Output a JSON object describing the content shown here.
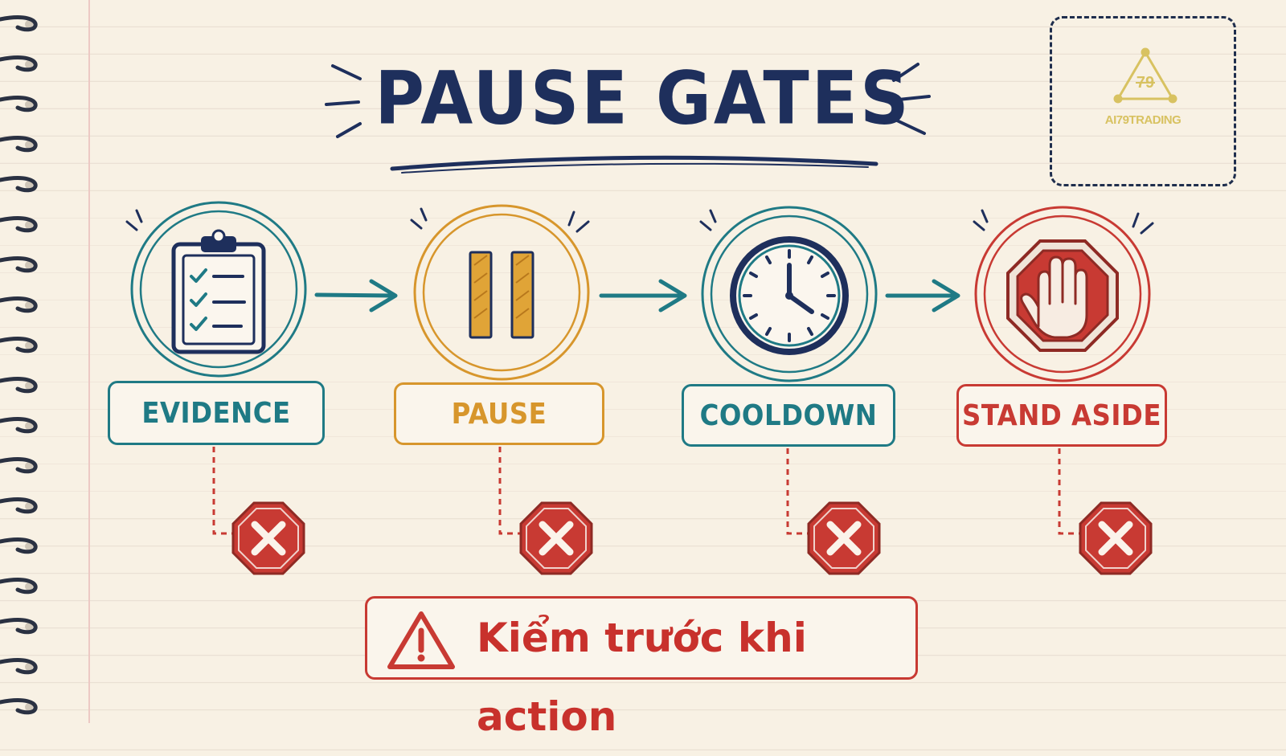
{
  "title": "PAUSE GATES",
  "logo": {
    "text": "AI79TRADING",
    "emblem_number": "79"
  },
  "steps": [
    {
      "label": "EVIDENCE",
      "icon": "clipboard-checklist-icon",
      "color": "#1f7a85"
    },
    {
      "label": "PAUSE",
      "icon": "pause-icon",
      "color": "#d7962c"
    },
    {
      "label": "COOLDOWN",
      "icon": "clock-icon",
      "color": "#1f7a85"
    },
    {
      "label": "STAND ASIDE",
      "icon": "stop-hand-icon",
      "color": "#c83a33"
    }
  ],
  "gate_marker_icon": "x-octagon-icon",
  "banner": {
    "icon": "warning-triangle-icon",
    "text": "Kiểm trước khi action",
    "color": "#c83a33"
  },
  "colors": {
    "navy": "#1e2f5c",
    "teal": "#1f7a85",
    "orange": "#d7962c",
    "red": "#c83a33",
    "paper": "#f8f1e4"
  }
}
